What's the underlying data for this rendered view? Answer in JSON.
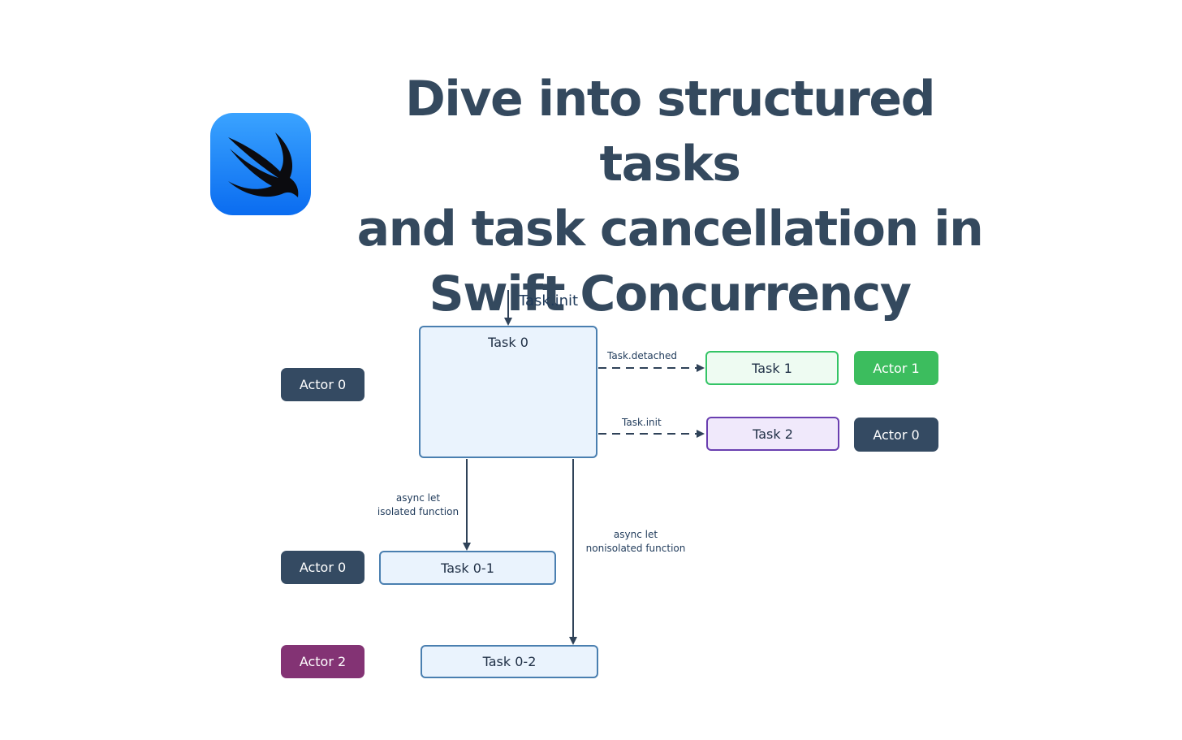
{
  "title": {
    "line1": "Dive into structured tasks",
    "line2": "and task cancellation in",
    "line3": "Swift Concurrency"
  },
  "logo": {
    "icon": "swift-bird-icon",
    "colors": [
      "#1f8ff7",
      "#0a6cf0"
    ]
  },
  "diagram": {
    "labels": {
      "top_init": "Task.init",
      "detached": "Task.detached",
      "init2": "Task.init",
      "async_isolated_1": "async let",
      "async_isolated_2": "isolated function",
      "async_nonisolated_1": "async let",
      "async_nonisolated_2": "nonisolated function"
    },
    "tasks": {
      "task0": "Task 0",
      "task1": "Task 1",
      "task2": "Task 2",
      "task01": "Task 0-1",
      "task02": "Task 0-2"
    },
    "actors": {
      "actor0_main": "Actor 0",
      "actor1": "Actor 1",
      "actor0_task2": "Actor 0",
      "actor0_task01": "Actor 0",
      "actor2": "Actor 2"
    },
    "colors": {
      "task_border": "#4a7fb0",
      "task_fill": "#eaf3fd",
      "green_border": "#34c466",
      "purple_border": "#6a3fb0",
      "actor_dark": "#344a62",
      "actor_green": "#3cbd5e",
      "actor_plum": "#833374",
      "title": "#34495e"
    }
  }
}
